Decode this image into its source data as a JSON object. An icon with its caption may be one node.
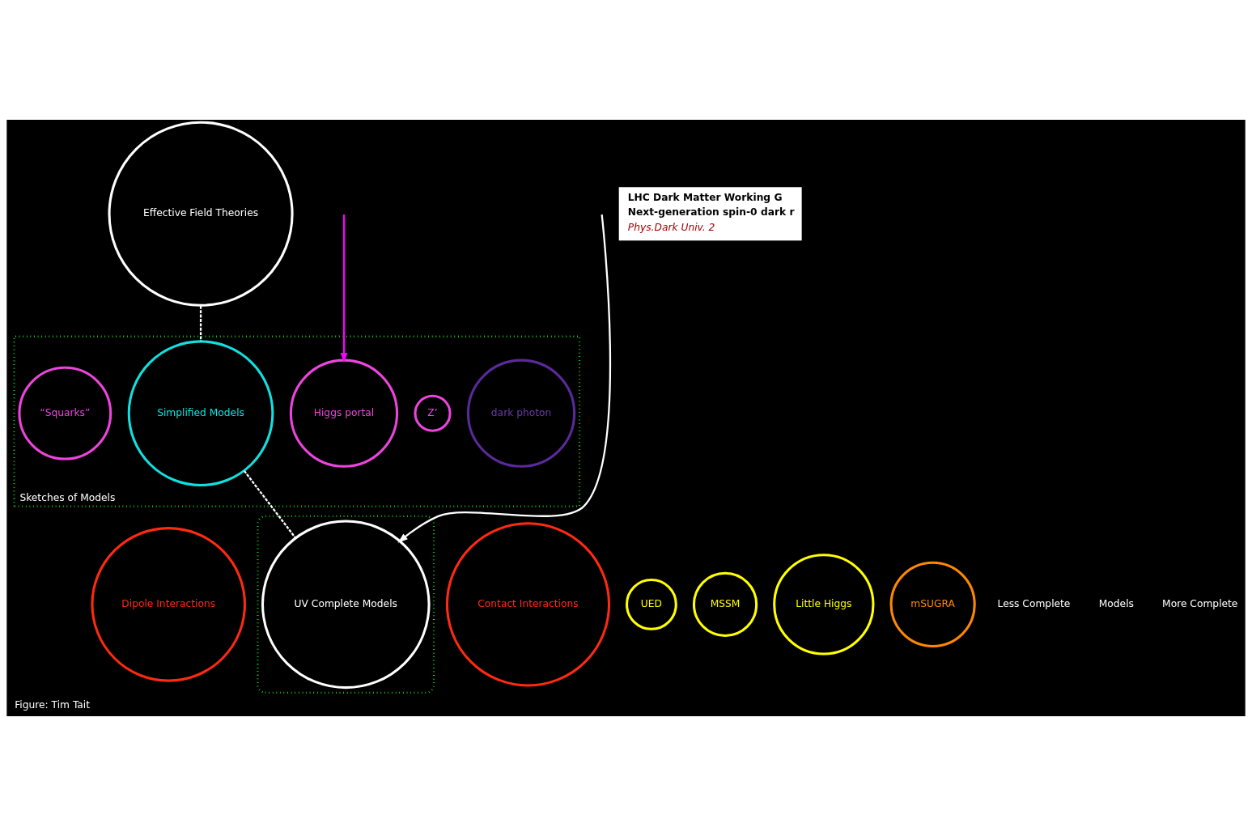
{
  "diagram": {
    "caption": "Figure: Tim Tait",
    "nodes": [
      {
        "text": [
          "Dipole Interactions"
        ]
      },
      {
        "text": [
          "Effective Field Theories"
        ]
      },
      {
        "text": [
          "Contact Interactions"
        ]
      },
      {
        "text": [
          "LHC Dark Matter Working G",
          "Next-generation spin-0 dark r",
          "Phys.Dark Univ. 2"
        ]
      },
      {
        "text": [
          "Sketches of Models"
        ]
      },
      {
        "text": [
          "dark photon"
        ],
        "in": 4
      },
      {
        "text": [
          "Z’"
        ],
        "in": 4
      },
      {
        "text": [
          "Simplified Models"
        ],
        "in": 4
      },
      {
        "text": [
          "Higgs portal"
        ],
        "in": 4
      },
      {
        "text": [
          "“Squarks”"
        ],
        "in": 4
      },
      {
        "text": [],
        "shape": "ellipse"
      },
      {
        "text": [
          "UED"
        ]
      },
      {
        "text": [
          "UV Complete Models"
        ],
        "in": 10
      },
      {
        "text": [
          "MSSM"
        ]
      },
      {
        "text": [
          "Little Higgs"
        ]
      },
      {
        "text": [
          "mSUGRA"
        ]
      }
    ],
    "edges": [
      {
        "from": 1,
        "to": 7,
        "arrow": "none",
        "style": "dashed"
      },
      {
        "from": 7,
        "to": 12,
        "arrow": "none",
        "style": "dashed"
      },
      {
        "from": null,
        "to": 8,
        "arrow": "to",
        "color": "#ff00ff"
      },
      {
        "from": null,
        "to": 12,
        "arrow": "to"
      }
    ],
    "labels": [
      "Less Complete",
      "Models",
      "More Complete"
    ]
  }
}
